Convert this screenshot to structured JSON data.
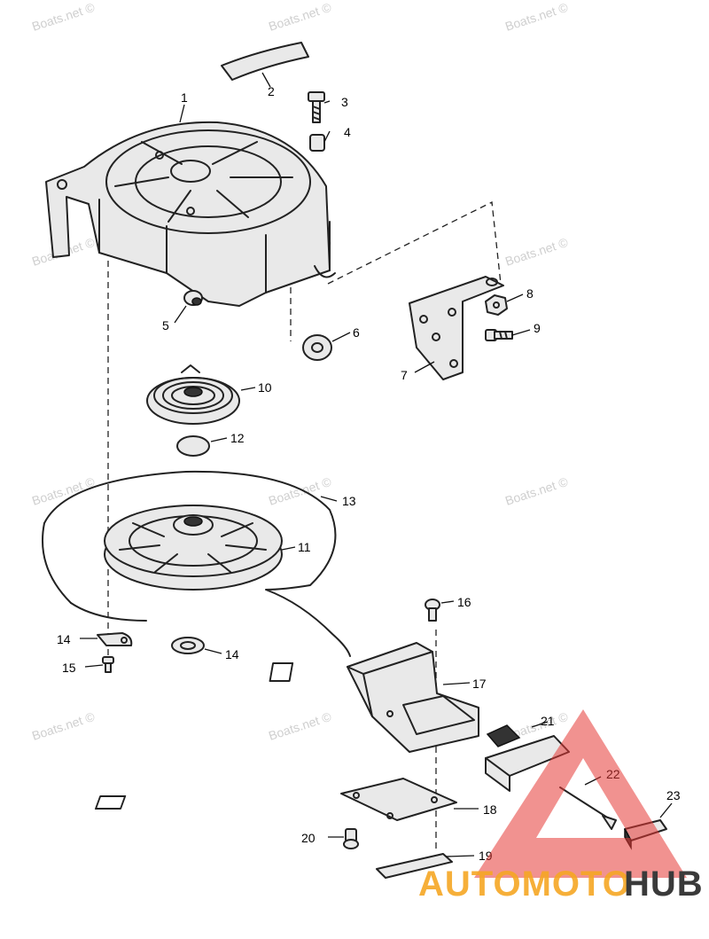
{
  "watermark_text": "Boats.net ©",
  "brand": {
    "part1": "AUTOMOTO",
    "part2": "HUB",
    "accent": "#e53935",
    "orange": "#f5a623",
    "dark": "#3a3a3a"
  },
  "callouts": [
    "1",
    "2",
    "3",
    "4",
    "5",
    "6",
    "7",
    "8",
    "9",
    "10",
    "11",
    "12",
    "13",
    "14",
    "14",
    "15",
    "16",
    "17",
    "18",
    "19",
    "20",
    "21",
    "22",
    "23"
  ]
}
